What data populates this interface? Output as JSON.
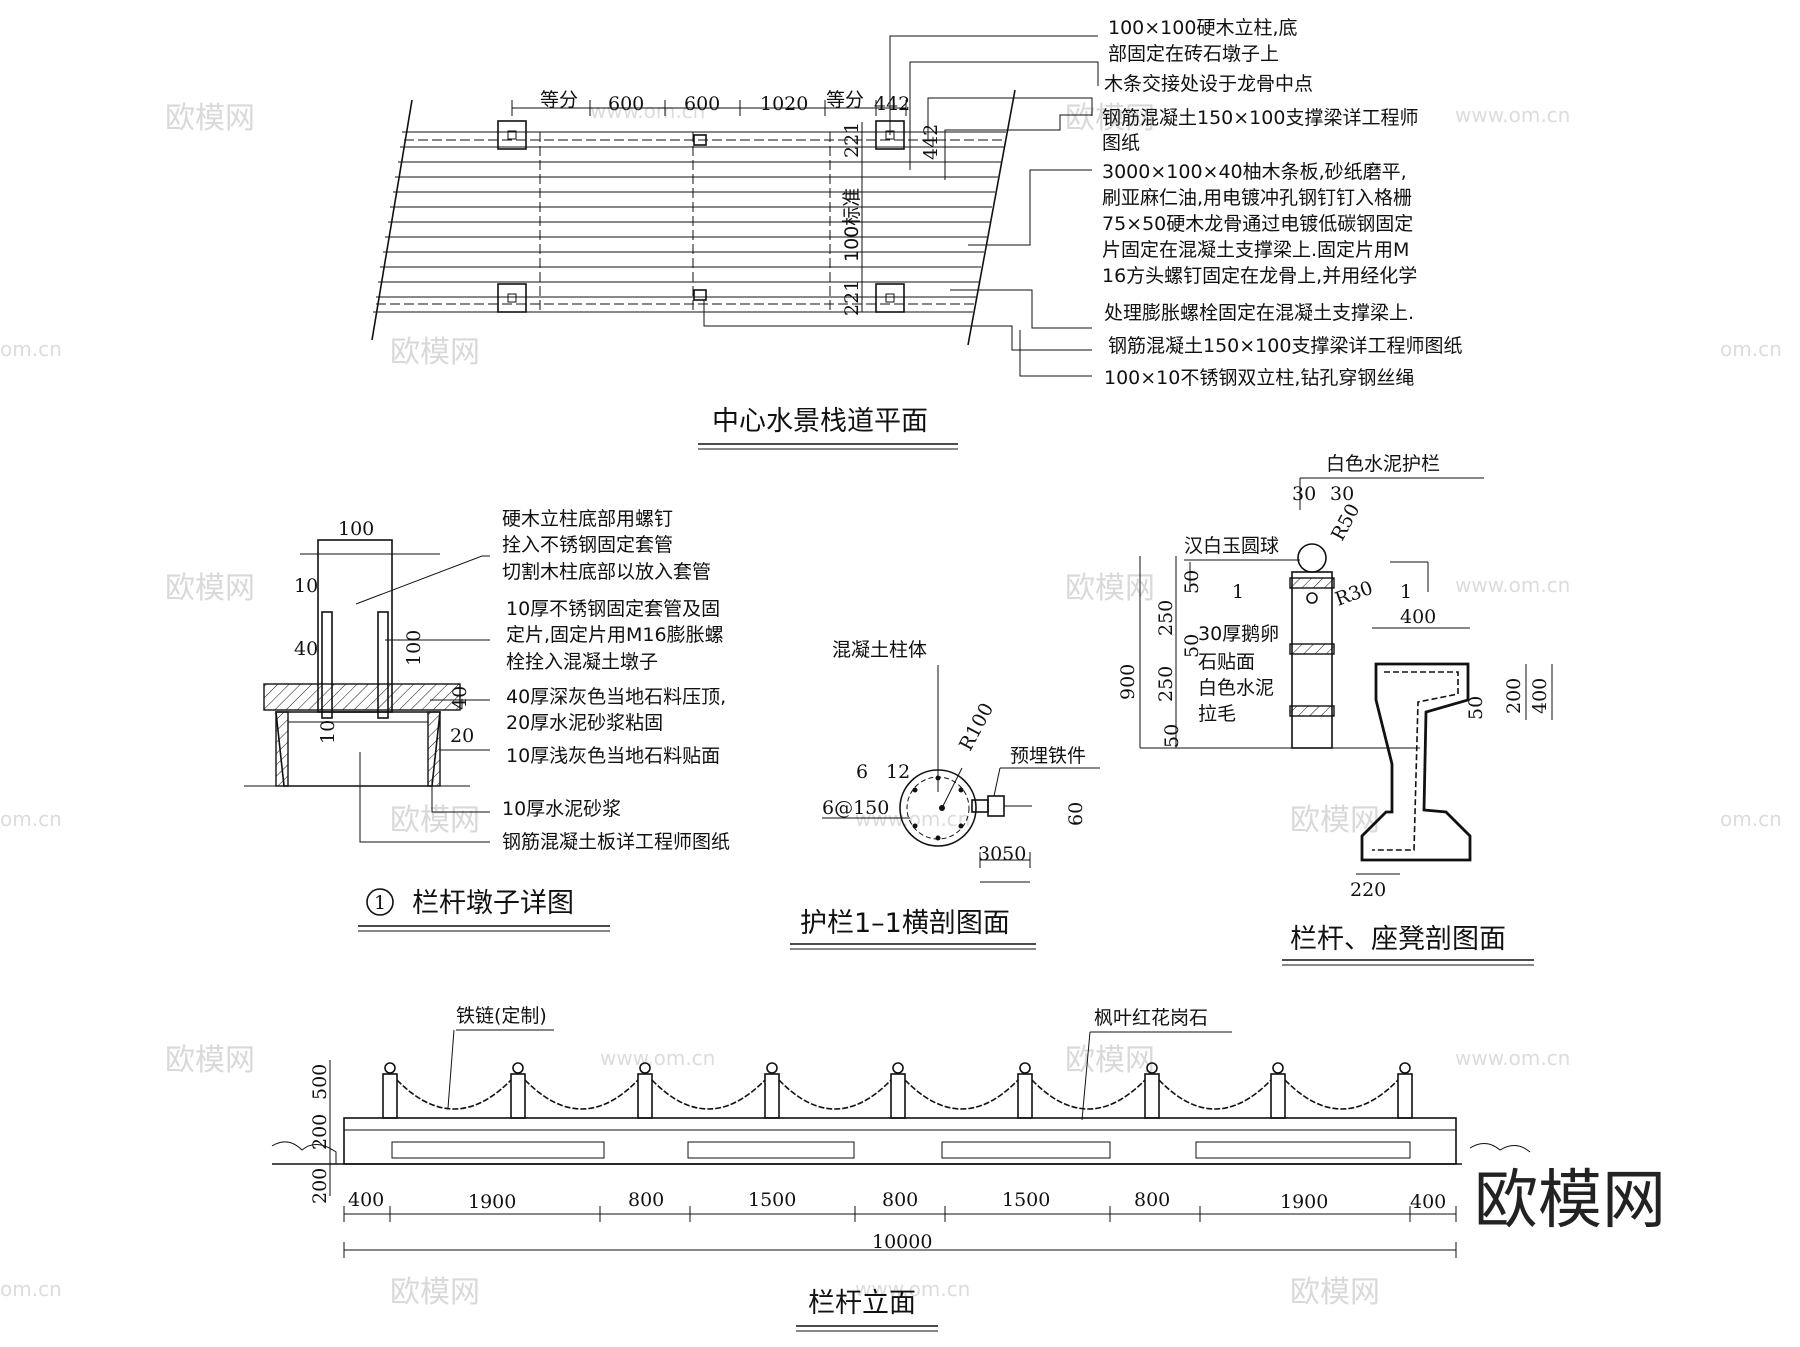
{
  "watermarks": {
    "brand": "欧模网",
    "url": "www.om.cn",
    "url_short": "om.cn"
  },
  "plan": {
    "title": "中心水景栈道平面",
    "dims": {
      "d1": "等分",
      "d2": "600",
      "d3": "600",
      "d4": "1020",
      "d5": "等分",
      "d6": "442",
      "v1": "221",
      "v2": "442",
      "v3": "100标准",
      "v4": "221"
    },
    "notes": [
      "100×100硬木立柱,底",
      "部固定在砖石墩子上",
      "木条交接处设于龙骨中点",
      "钢筋混凝土150×100支撑梁详工程师",
      "图纸",
      "3000×100×40柚木条板,砂纸磨平,",
      "刷亚麻仁油,用电镀冲孔钢钉钉入格栅",
      "75×50硬木龙骨通过电镀低碳钢固定",
      "片固定在混凝土支撑梁上.固定片用M",
      "16方头螺钉固定在龙骨上,并用经化学",
      "处理膨胀螺栓固定在混凝土支撑梁上.",
      "钢筋混凝土150×100支撑梁详工程师图纸",
      "100×10不锈钢双立柱,钻孔穿钢丝绳"
    ]
  },
  "pier": {
    "number": "1",
    "title": "栏杆墩子详图",
    "dims": {
      "top": "100",
      "d10a": "10",
      "d40": "40",
      "d100": "100",
      "d40b": "40",
      "d20": "20",
      "d10b": "10"
    },
    "notes": [
      "硬木立柱底部用螺钉",
      "拴入不锈钢固定套管",
      "切割木柱底部以放入套管",
      "10厚不锈钢固定套管及固",
      "定片,固定片用M16膨胀螺",
      "栓拴入混凝土墩子",
      "40厚深灰色当地石料压顶,",
      "20厚水泥砂浆粘固",
      "10厚浅灰色当地石料贴面",
      "10厚水泥砂浆",
      "钢筋混凝土板详工程师图纸"
    ]
  },
  "section11": {
    "title": "护栏1–1横剖图面",
    "label_body": "混凝土柱体",
    "label_embed": "预埋铁件",
    "dims": {
      "r": "R100",
      "d6": "6",
      "d12": "12",
      "rebar": "6@150",
      "d3050": "3050",
      "d60": "60"
    }
  },
  "seat": {
    "title": "栏杆、座凳剖图面",
    "labels": {
      "top": "白色水泥护栏",
      "ball": "汉白玉圆球",
      "pebble1": "30厚鹅卵",
      "pebble2": "石贴面",
      "cement1": "白色水泥",
      "cement2": "拉毛"
    },
    "dims": {
      "d30a": "30",
      "d30b": "30",
      "r50": "R50",
      "r30": "R30",
      "d50": "50",
      "d250a": "250",
      "d50b": "50",
      "d250b": "250",
      "d50c": "50",
      "d900": "900",
      "one_a": "1",
      "one_b": "1",
      "d400": "400",
      "d50d": "50",
      "d200": "200",
      "d400b": "400",
      "d220": "220"
    }
  },
  "elevation": {
    "title": "栏杆立面",
    "label_chain": "铁链(定制)",
    "label_stone": "枫叶红花岗石",
    "dims_v": {
      "v500": "500",
      "v200a": "200",
      "v200b": "200"
    },
    "segments": [
      "400",
      "1900",
      "800",
      "1500",
      "800",
      "1500",
      "800",
      "1900",
      "400"
    ],
    "total": "10000"
  }
}
